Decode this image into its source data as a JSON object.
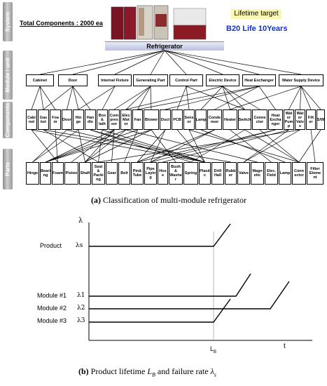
{
  "top": {
    "side_labels": [
      "System",
      "Module / unit",
      "Components",
      "Parts"
    ],
    "total_components": "Total Components : 2000 ea",
    "lifetime_target_title": "Lifetime target",
    "lifetime_target_value": "B20 Life 10Years",
    "root_label": "Refrigerator",
    "modules": [
      "Cabinet",
      "Door",
      "Internal Fixture",
      "Generating Part",
      "Control Part",
      "Electric Device",
      "Heat Exchanger",
      "Water Supply Device"
    ],
    "components": [
      "Cabi net",
      "Gas ket",
      "Foa m",
      "Door",
      "Hin ge",
      "Han dle",
      "Box & lath",
      "Com pres sor",
      "Elec Mot or",
      "Fan",
      "Blower",
      "Duct",
      "PCB",
      "Sens or",
      "Lamp",
      "Conde nser",
      "Heater",
      "Switch",
      "Conne ctor",
      "Heat Excha nger",
      "Wat er Pum p",
      "Wat er Valv e",
      "Filt er",
      "S/W"
    ],
    "parts": [
      "Hinge",
      "Beari ng",
      "Foam",
      "Piston",
      "Shaft",
      "Seal & Packi ng",
      "Gear",
      "Belt",
      "Pin& Tube",
      "Pipe Layin g",
      "Hos e",
      "Bush & Washe r",
      "Spring",
      "Plasti c",
      "Drill Hall",
      "Rubb er",
      "Valve",
      "Magn etic",
      "Elec. Field",
      "Lamp",
      "Conn ector",
      "Filter Eleme nt"
    ],
    "caption_letter": "(a)",
    "caption_text": " Classification of multi-module refrigerator"
  },
  "bottom": {
    "y_axis_symbol": "λ",
    "x_axis_symbol": "t",
    "lb_label": "L",
    "lb_sub": "B",
    "rows": [
      {
        "name": "Product",
        "rate": "λs"
      },
      {
        "name": "Module #1",
        "rate": "λ1"
      },
      {
        "name": "Module #2",
        "rate": "λ2"
      },
      {
        "name": "Module #3",
        "rate": "λ3"
      }
    ],
    "caption_letter": "(b)",
    "caption_text": " Product lifetime ",
    "caption_lb": "L",
    "caption_lb_sub": "B",
    "caption_and": " and failure rate ",
    "caption_rate": "λ",
    "caption_rate_sub": "s"
  }
}
